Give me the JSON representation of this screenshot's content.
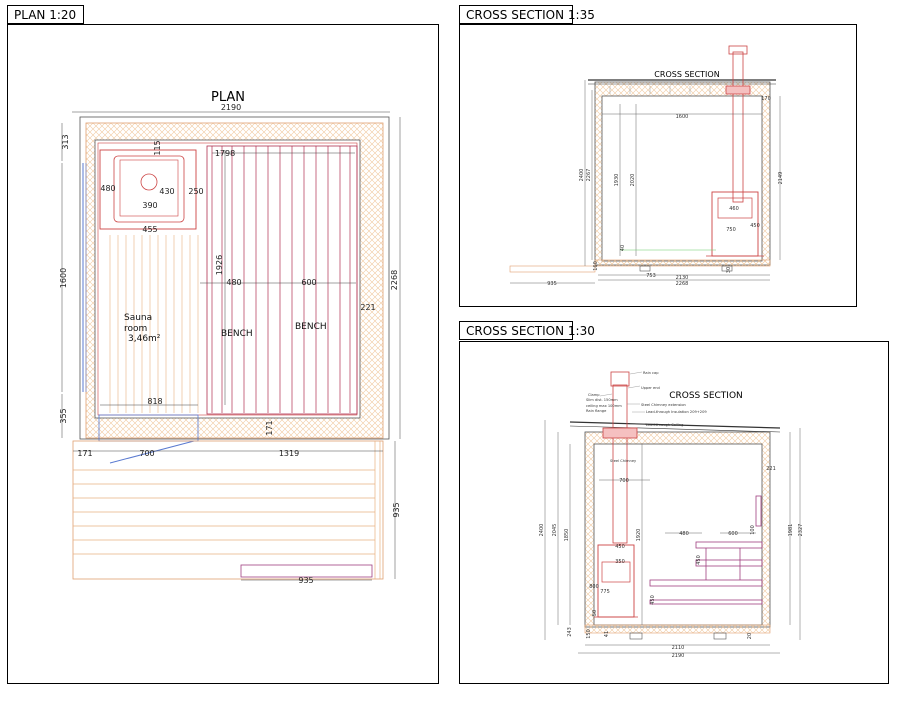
{
  "sheets": {
    "plan_title": "PLAN 1:20",
    "section1_title": "CROSS SECTION 1:35",
    "section2_title": "CROSS SECTION 1:30"
  },
  "plan": {
    "heading": "PLAN",
    "dims": {
      "overall_width": "2190",
      "bench_width": "1798",
      "top_offset": "313",
      "stove_gap": "115",
      "stove_depth": "480",
      "stove_inner": "430",
      "stove_side": "250",
      "stove_width": "390",
      "stove_base": "455",
      "bench_length": "1926",
      "bench_lower": "480",
      "bench_upper": "600",
      "wall": "221",
      "left_height": "1600",
      "overall_depth": "2268",
      "door_side": "355",
      "floor_width": "818",
      "threshold": "171",
      "left_wall": "171",
      "door": "700",
      "front_wall": "1319",
      "terrace_depth": "935",
      "step_width": "935"
    },
    "labels": {
      "room_name": "Sauna",
      "room_word": "room",
      "room_area": "3,46m²",
      "bench_left": "BENCH",
      "bench_right": "BENCH"
    }
  },
  "section1": {
    "heading": "CROSS SECTION",
    "dims": {
      "inner_width": "1600",
      "height_a": "2400",
      "height_b": "2267",
      "height_c": "1930",
      "height_d": "2020",
      "right_height": "2149",
      "side": "170",
      "stove_w": "460",
      "stove_h": "750",
      "stove_d": "450",
      "floor": "160",
      "bottom_a": "753",
      "bottom_b": "2130",
      "bottom_c": "2268",
      "bottom_left": "935",
      "stove_small": "40",
      "base": "30"
    }
  },
  "section2": {
    "heading": "CROSS SECTION",
    "annotations": {
      "rain_cap": "Rain cap",
      "upper_end": "Upper end",
      "clamp": "Clamp",
      "slim_dist": "Slim dist. 150mm",
      "ceiling_max": "ceiling max 100mm",
      "rain_flange": "Rain flange",
      "steel_ext": "Steel Chimney extension",
      "lead_through": "Lead-through Insulation 209+209",
      "lead_ceiling": "Lead-through Ceiling",
      "steel_chimney": "Steel Chimney"
    },
    "dims": {
      "chimney_w": "700",
      "height_a": "2400",
      "height_b": "2045",
      "height_c": "1850",
      "height_d": "1920",
      "bench_low": "480",
      "bench_up": "600",
      "bench_h": "450",
      "bench_gap": "100",
      "right_a": "1981",
      "right_b": "2327",
      "wall": "221",
      "stove_top": "450",
      "stove_mid": "350",
      "stove_h": "800",
      "stove_b": "775",
      "stove_c": "50",
      "floor_a": "243",
      "floor_b": "150",
      "floor_c": "41",
      "floor_d": "20",
      "bench_floor": "450",
      "width_a": "2110",
      "width_b": "2190"
    }
  }
}
